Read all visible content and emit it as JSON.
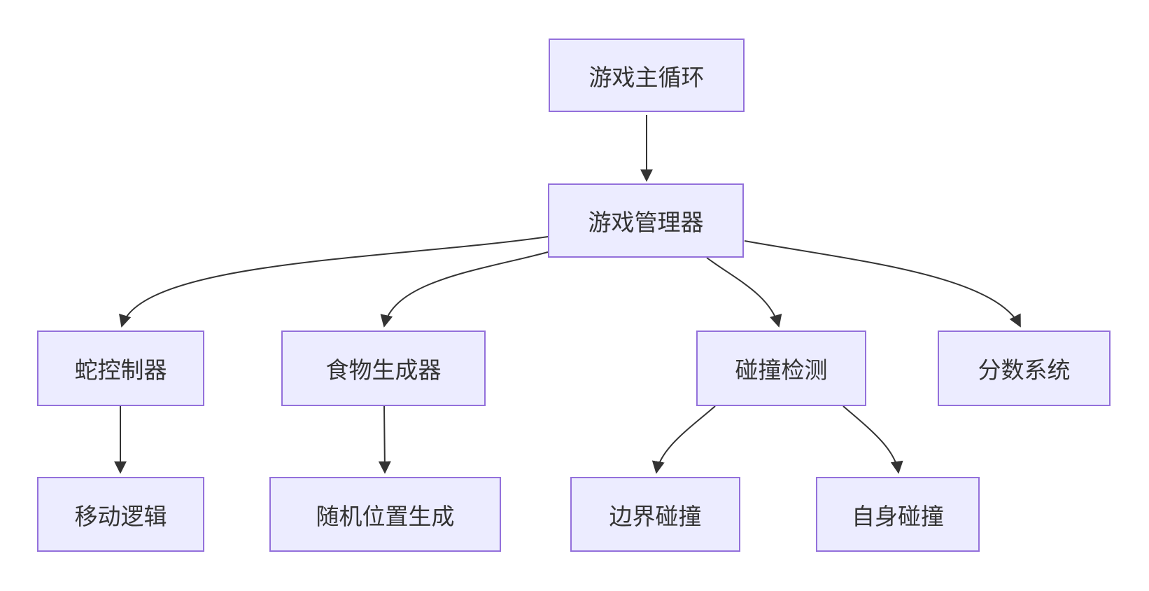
{
  "diagram": {
    "type": "flowchart-top-down",
    "colors": {
      "background": "#FFFFFF",
      "node_fill": "#ECECFF",
      "node_border": "#9370DB",
      "edge": "#333333",
      "text": "#333333"
    },
    "nodes": [
      {
        "id": "game-main-loop",
        "label": "游戏主循环"
      },
      {
        "id": "game-manager",
        "label": "游戏管理器"
      },
      {
        "id": "snake-controller",
        "label": "蛇控制器"
      },
      {
        "id": "food-generator",
        "label": "食物生成器"
      },
      {
        "id": "collision-detection",
        "label": "碰撞检测"
      },
      {
        "id": "score-system",
        "label": "分数系统"
      },
      {
        "id": "movement-logic",
        "label": "移动逻辑"
      },
      {
        "id": "random-position-generation",
        "label": "随机位置生成"
      },
      {
        "id": "boundary-collision",
        "label": "边界碰撞"
      },
      {
        "id": "self-collision",
        "label": "自身碰撞"
      }
    ],
    "edges": [
      {
        "from": "游戏主循环",
        "to": "游戏管理器"
      },
      {
        "from": "游戏管理器",
        "to": "蛇控制器"
      },
      {
        "from": "游戏管理器",
        "to": "食物生成器"
      },
      {
        "from": "游戏管理器",
        "to": "碰撞检测"
      },
      {
        "from": "游戏管理器",
        "to": "分数系统"
      },
      {
        "from": "蛇控制器",
        "to": "移动逻辑"
      },
      {
        "from": "食物生成器",
        "to": "随机位置生成"
      },
      {
        "from": "碰撞检测",
        "to": "边界碰撞"
      },
      {
        "from": "碰撞检测",
        "to": "自身碰撞"
      }
    ]
  }
}
